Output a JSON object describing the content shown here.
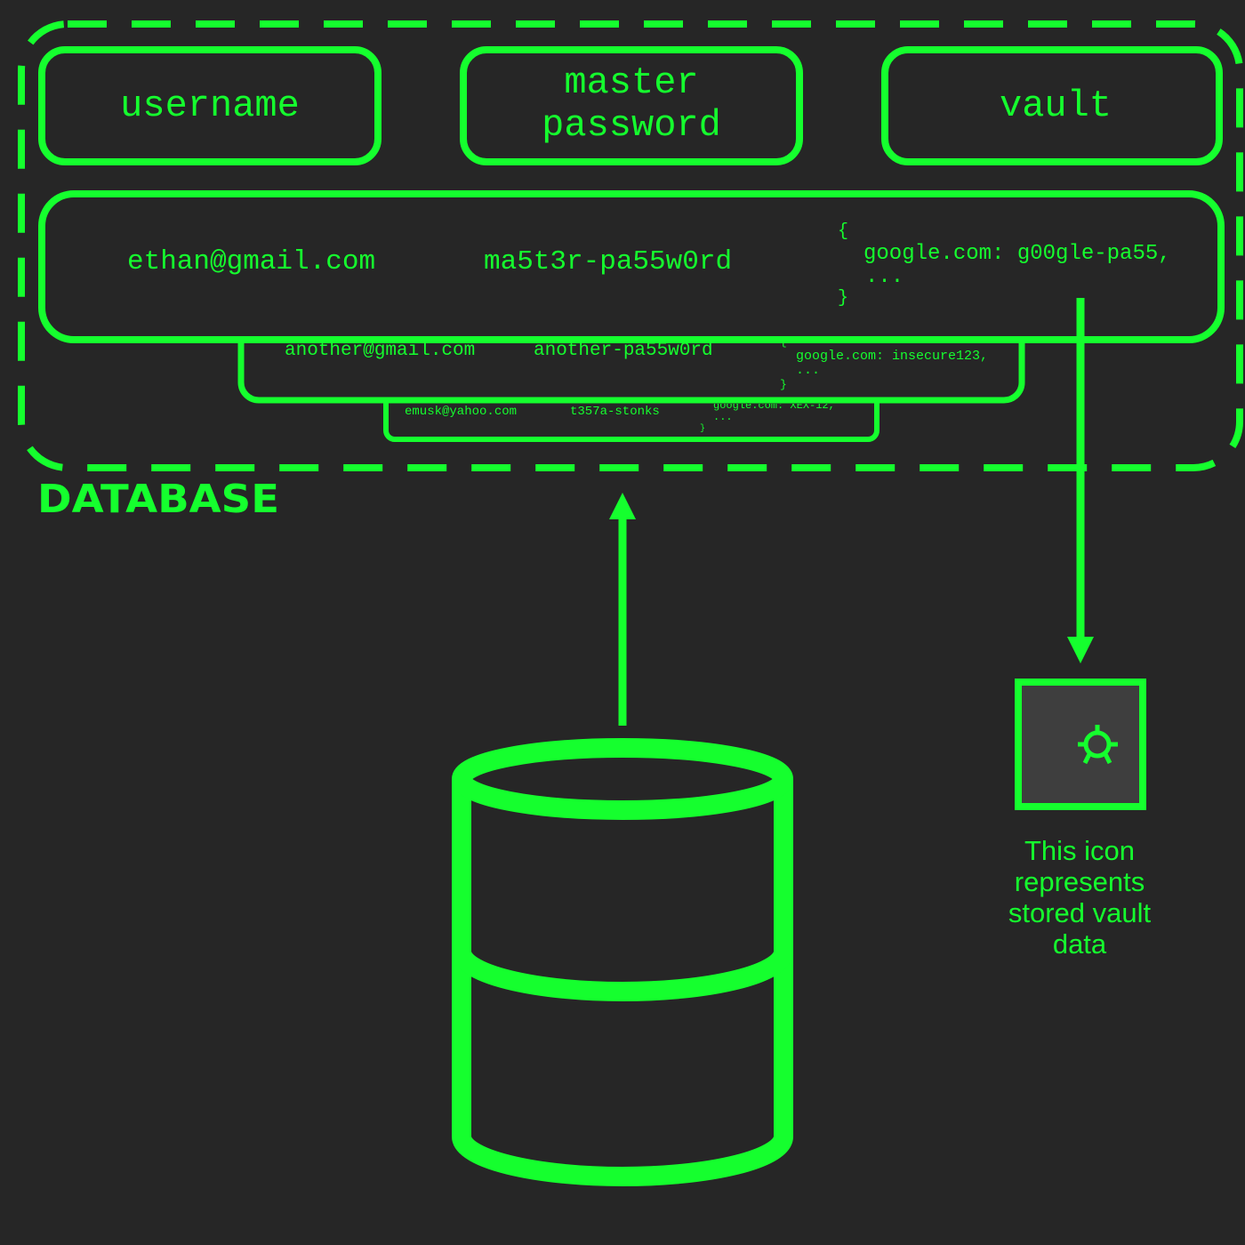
{
  "colors": {
    "background": "#262626",
    "accent": "#15ff2e",
    "vault_icon_fill": "#3e3e3e"
  },
  "headers": {
    "username": "username",
    "master_password_line1": "master",
    "master_password_line2": "password",
    "vault": "vault"
  },
  "records": [
    {
      "username": "ethan@gmail.com",
      "password": "ma5t3r-pa55w0rd",
      "vault_open": "{",
      "vault_entry": "google.com: g00gle-pa55,",
      "vault_more": "...",
      "vault_close": "}"
    },
    {
      "username": "another@gmail.com",
      "password": "another-pa55w0rd",
      "vault_open": "{",
      "vault_entry": "google.com: insecure123,",
      "vault_more": "...",
      "vault_close": "}"
    },
    {
      "username": "emusk@yahoo.com",
      "password": "t357a-stonks",
      "vault_entry": "google.com: XEX-12,",
      "vault_more": "...",
      "vault_close": "}"
    }
  ],
  "database_label": "DATABASE",
  "legend": {
    "icon": "gear-icon",
    "line1": "This icon",
    "line2": "represents",
    "line3": "stored vault",
    "line4": "data"
  }
}
